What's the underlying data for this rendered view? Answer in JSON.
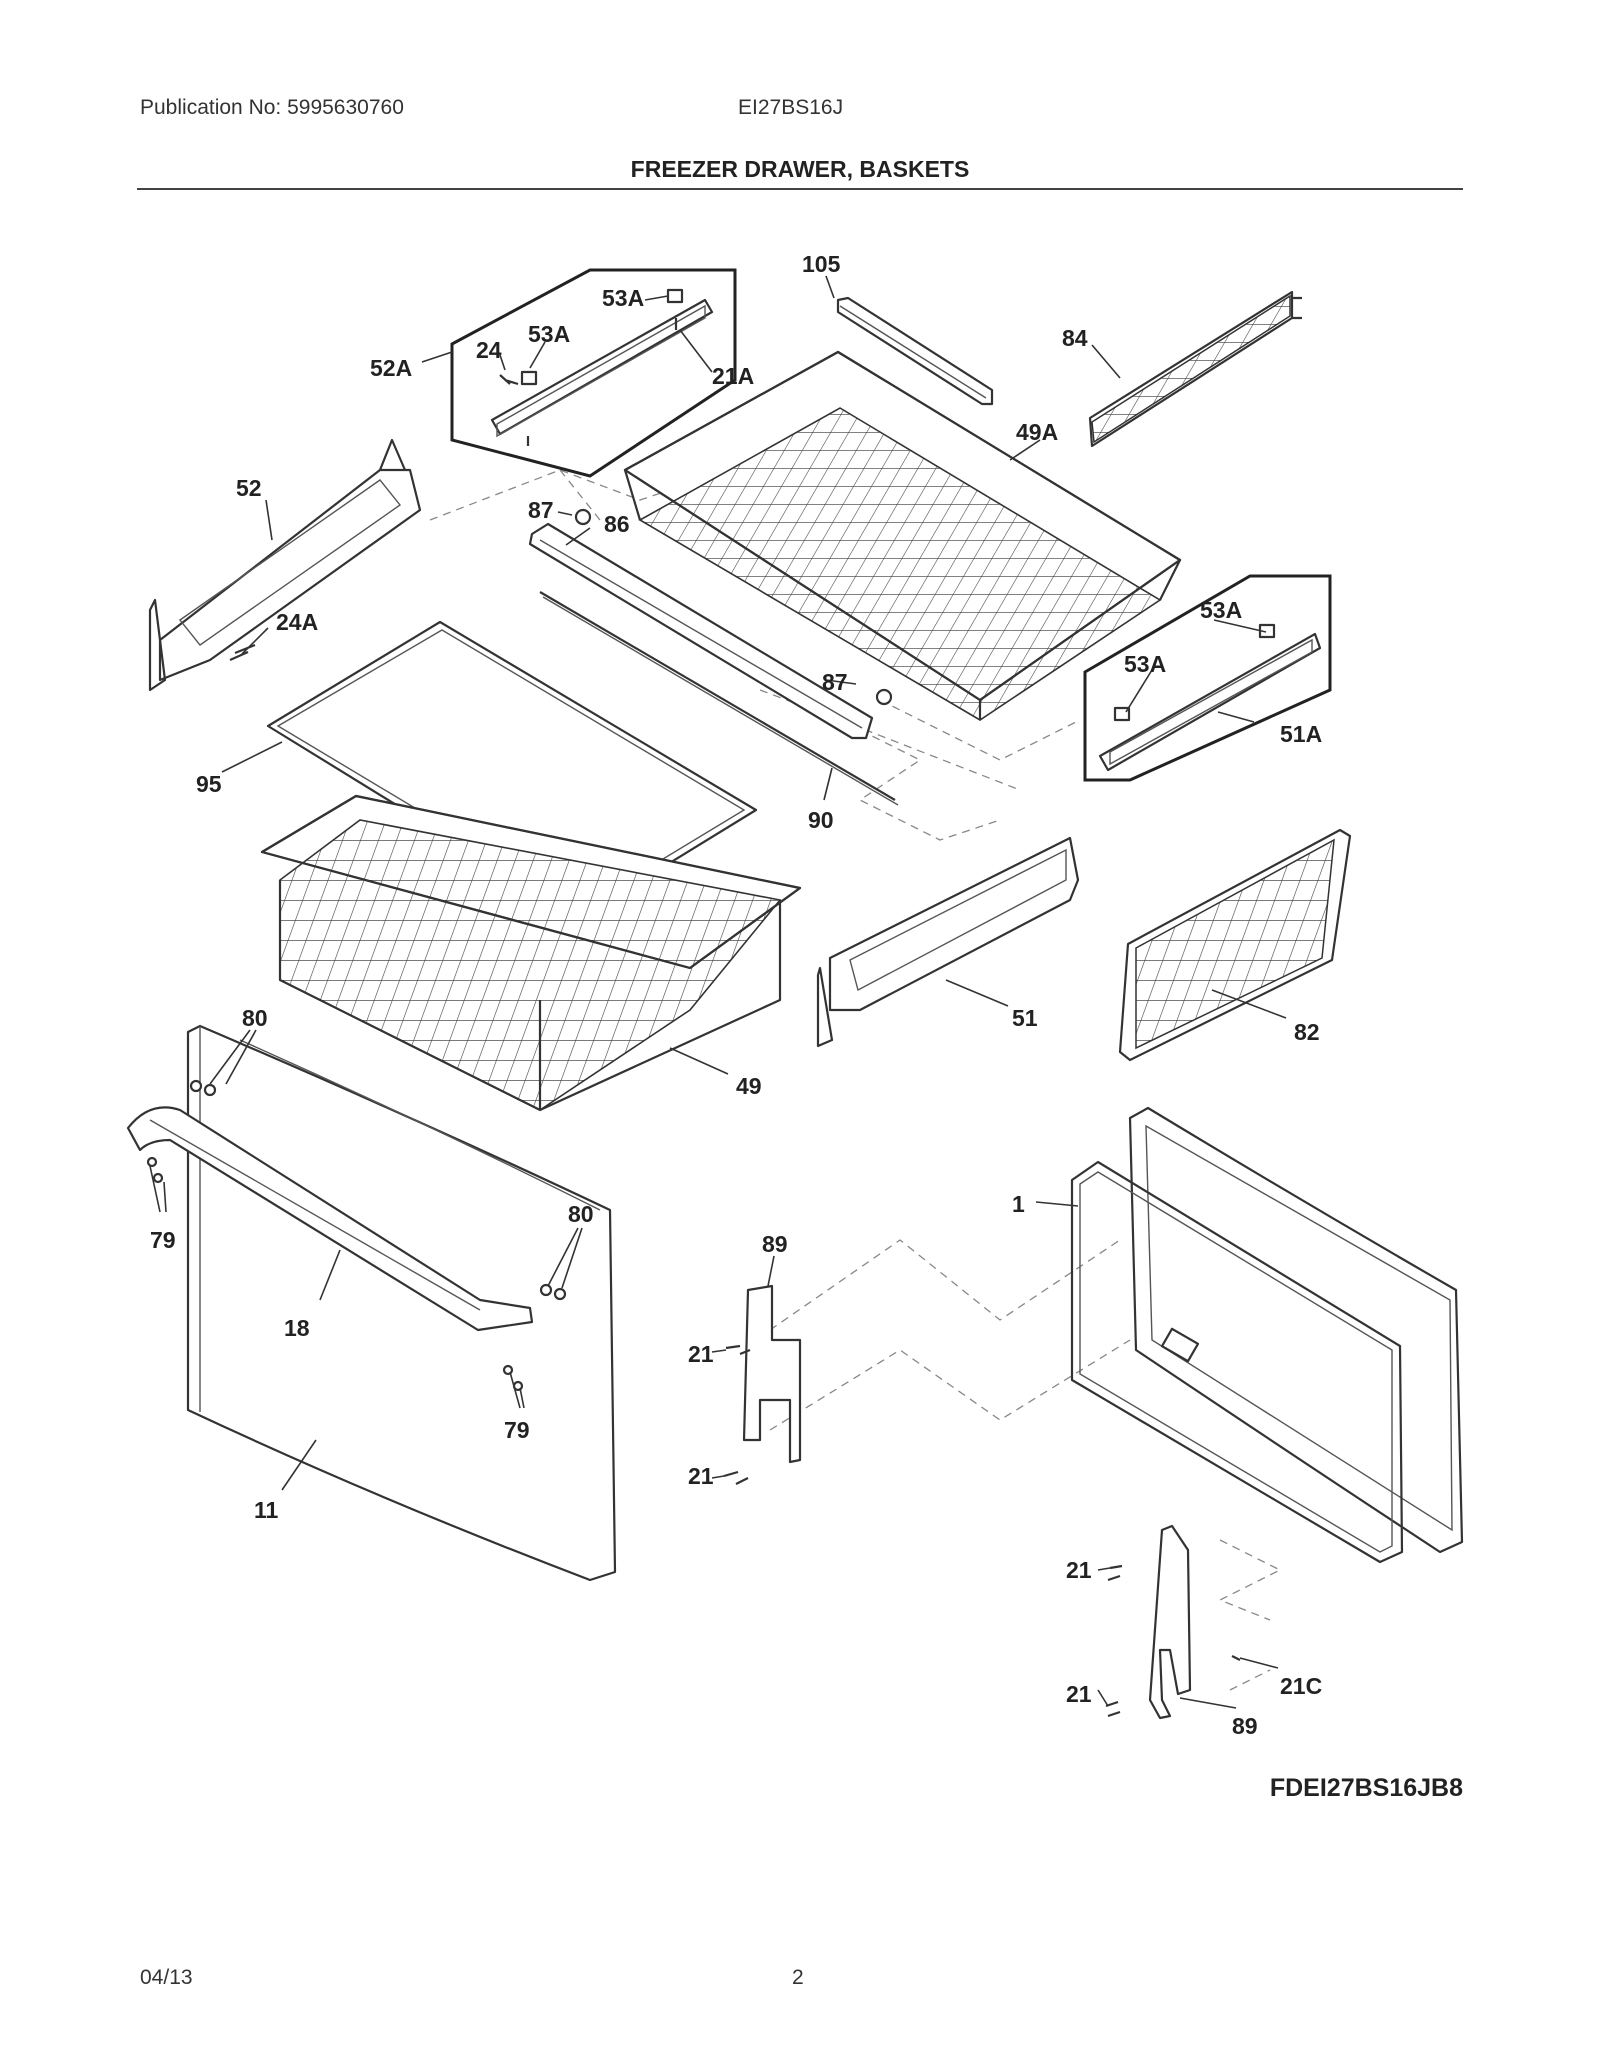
{
  "header": {
    "publication": "Publication No: 5995630760",
    "model": "EI27BS16J",
    "title": "FREEZER DRAWER, BASKETS"
  },
  "figure_code": "FDEI27BS16JB8",
  "footer": {
    "date": "04/13",
    "page": "2"
  },
  "callouts": {
    "p105": "105",
    "p53a_1": "53A",
    "p24": "24",
    "p53a_2": "53A",
    "p52a": "52A",
    "p21a": "21A",
    "p84": "84",
    "p49a": "49A",
    "p52": "52",
    "p87_1": "87",
    "p86": "86",
    "p24a": "24A",
    "p53a_3": "53A",
    "p53a_4": "53A",
    "p87_2": "87",
    "p51a": "51A",
    "p95": "95",
    "p90": "90",
    "p51": "51",
    "p82": "82",
    "p80_1": "80",
    "p49": "49",
    "p79_1": "79",
    "p1": "1",
    "p80_2": "80",
    "p89_1": "89",
    "p18": "18",
    "p21_1": "21",
    "p79_2": "79",
    "p21_2": "21",
    "p11": "11",
    "p21_3": "21",
    "p21c": "21C",
    "p21_4": "21",
    "p89_2": "89"
  }
}
